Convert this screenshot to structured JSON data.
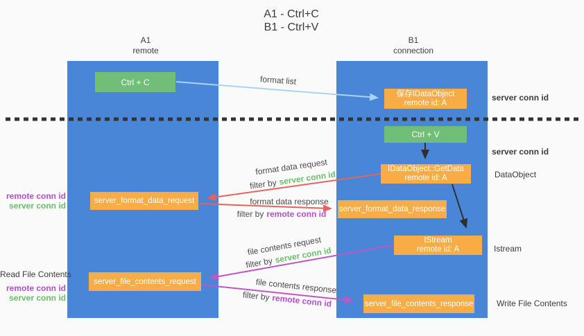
{
  "title": {
    "line1": "A1 - Ctrl+C",
    "line2": "B1 - Ctrl+V"
  },
  "columns": {
    "a1": {
      "title": "A1",
      "subtitle": "remote"
    },
    "b1": {
      "title": "B1",
      "subtitle": "connection"
    }
  },
  "boxes": {
    "ctrl_c": {
      "label": "Ctrl + C"
    },
    "save_idataobject": {
      "line1": "保存IDataObject",
      "line2": "remote id: A"
    },
    "ctrl_v": {
      "label": "Ctrl + V"
    },
    "getdata": {
      "line1": "IDataObject::GetData",
      "line2": "remote id: A"
    },
    "format_request": {
      "label": "server_format_data_request"
    },
    "format_response": {
      "label": "server_format_data_response"
    },
    "istream": {
      "line1": "IStream",
      "line2": "remote id: A"
    },
    "file_request": {
      "label": "server_file_contents_request"
    },
    "file_response": {
      "label": "server_file_contents_response"
    }
  },
  "edge_labels": {
    "format_list": "format list",
    "format_data_request": "format data request",
    "format_data_response": "format data response",
    "file_contents_request": "file contents request",
    "file_contents_response": "file contents response",
    "filter_by": "filter by",
    "server_conn_id": "server conn id",
    "remote_conn_id": "remote conn id"
  },
  "side_labels": {
    "server_conn_id_top": "server conn id",
    "server_conn_id_mid": "server conn id",
    "dataobject": "DataObject",
    "istream": "Istream",
    "write_file_contents": "Write File Contents",
    "read_file_contents": "Read File Contents",
    "remote_conn_id": "remote conn id",
    "server_conn_id": "server conn id"
  },
  "colors": {
    "background": "#fafafa",
    "column_blue": "#4a86d8",
    "green_box": "#71be78",
    "orange_box": "#f7ac45",
    "arrow_lightblue": "#a9d3f2",
    "arrow_red": "#e8635c",
    "arrow_magenta": "#c255c4",
    "arrow_black": "#2f2f2f",
    "dashed_line": "#333333",
    "text_green": "#6bbf6b",
    "text_purple": "#b44fc8",
    "text_dark": "#3c3c3c"
  }
}
